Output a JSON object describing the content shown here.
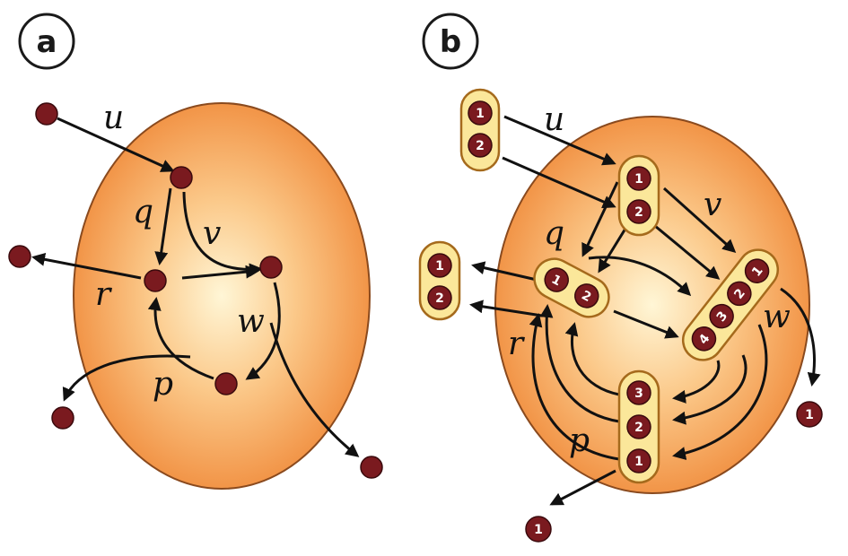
{
  "panels": {
    "a": {
      "label": "a"
    },
    "b": {
      "label": "b"
    }
  },
  "panel_a": {
    "labels": {
      "u": "u",
      "q": "q",
      "v": "v",
      "r": "r",
      "w": "w",
      "p": "p"
    }
  },
  "panel_b": {
    "labels": {
      "u": "u",
      "q": "q",
      "v": "v",
      "r": "r",
      "w": "w",
      "p": "p"
    },
    "input_group": [
      "1",
      "2"
    ],
    "top_group": [
      "1",
      "2"
    ],
    "left_group": [
      "1",
      "2"
    ],
    "center_group": [
      "1",
      "2"
    ],
    "right_group": [
      "4",
      "3",
      "2",
      "1"
    ],
    "bottom_group": [
      "3",
      "2",
      "1"
    ],
    "exit_right": "1",
    "exit_bottom": "1"
  },
  "colors": {
    "node": "#7a1a1f",
    "pill_fill": "#fbe79a",
    "pill_stroke": "#a56a1c",
    "blob_edge": "#f08a3a",
    "blob_center": "#fff6d6"
  }
}
